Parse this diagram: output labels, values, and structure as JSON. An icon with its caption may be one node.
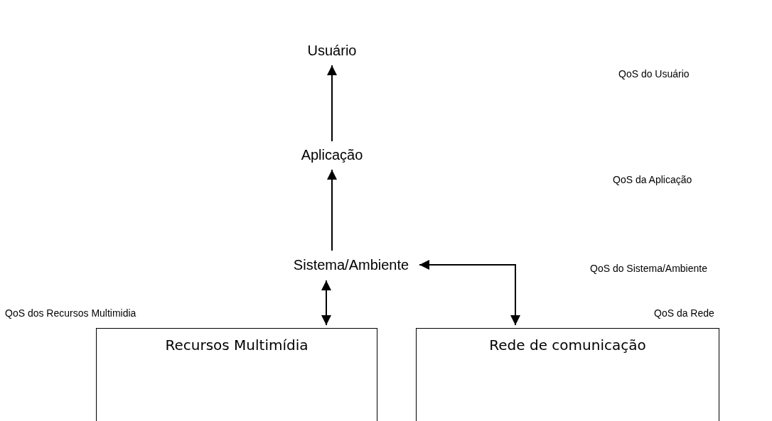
{
  "diagram": {
    "nodes": [
      {
        "text": [
          "Usuário"
        ]
      },
      {
        "text": [
          "Aplicação"
        ]
      },
      {
        "text": [
          "Sistema/Ambiente"
        ]
      },
      {
        "text": [
          "Recursos Multimídia"
        ]
      },
      {
        "text": [
          "Rede de comunicação"
        ]
      }
    ],
    "edges": [
      {
        "from": 1,
        "to": 0,
        "arrow": "to"
      },
      {
        "from": 2,
        "to": 1,
        "arrow": "to"
      },
      {
        "from": 3,
        "to": 2,
        "arrow": "both"
      },
      {
        "from": 4,
        "to": 2,
        "arrow": "both"
      }
    ],
    "labels": [
      "QoS do Usuário",
      "QoS da Aplicação",
      "QoS do Sistema/Ambiente",
      "QoS dos Recursos Multimidia",
      "QoS da Rede"
    ]
  }
}
